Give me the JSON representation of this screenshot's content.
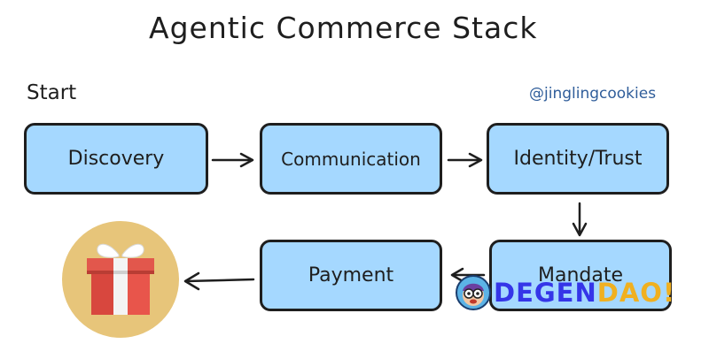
{
  "diagram": {
    "title": "Agentic Commerce Stack",
    "start_label": "Start",
    "author_handle": "@jinglingcookies",
    "steps": [
      {
        "label": "Discovery"
      },
      {
        "label": "Communication"
      },
      {
        "label": "Identity/Trust"
      },
      {
        "label": "Mandate"
      },
      {
        "label": "Payment"
      }
    ],
    "box_fill": "#a5d8ff",
    "outcome_icon": "gift-icon"
  },
  "watermark": {
    "part1": "DEGEN",
    "part2": "DAO!",
    "colors": [
      "#3535e8",
      "#f0b020"
    ]
  }
}
